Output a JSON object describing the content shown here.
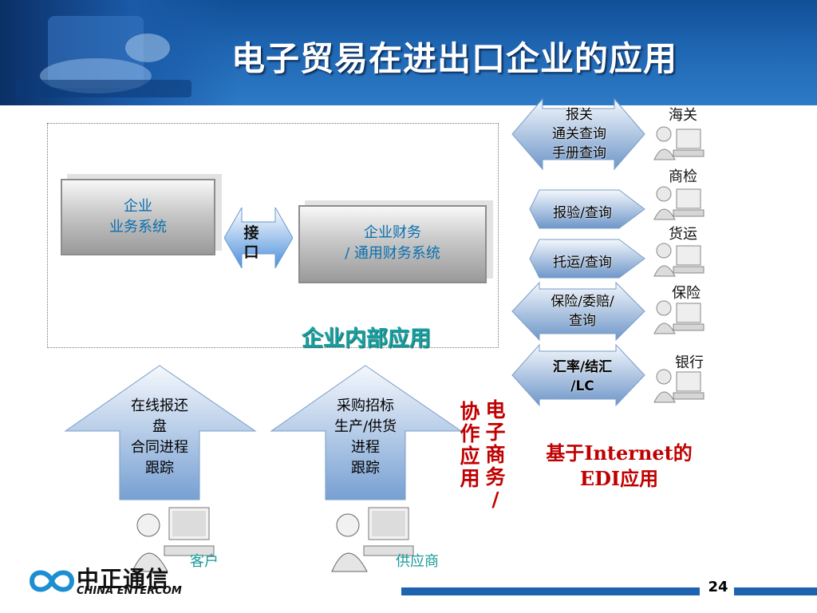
{
  "header": {
    "title": "电子贸易在进出口企业的应用"
  },
  "internal": {
    "enterprise_line1": "企业",
    "enterprise_line2": "业务系统",
    "interface_line1": "接",
    "interface_line2": "口",
    "finance_line1": "企业财务",
    "finance_line2": "/ 通用财务系统",
    "label": "企业内部应用"
  },
  "edi": {
    "arrows": [
      {
        "lines": [
          "报关",
          "通关查询",
          "手册查询"
        ],
        "org": "海关"
      },
      {
        "lines": [
          "报验/查询"
        ],
        "org": "商检"
      },
      {
        "lines": [
          "托运/查询"
        ],
        "org": "货运"
      },
      {
        "lines": [
          "保险/委赔/",
          "查询"
        ],
        "org": "保险"
      },
      {
        "lines": [
          "汇率/结汇",
          "/LC"
        ],
        "org": "银行"
      }
    ],
    "internet_line1": "基于Internet的",
    "internet_line2": "EDI应用"
  },
  "collab": {
    "customer_lines": [
      "在线报还",
      "盘",
      "合同进程",
      "跟踪"
    ],
    "supplier_lines": [
      "采购招标",
      "生产/供货",
      "进程",
      "跟踪"
    ],
    "customer_label": "客户",
    "supplier_label": "供应商",
    "ec_col1": [
      "协",
      "作",
      "应",
      "用"
    ],
    "ec_col2": [
      "电",
      "子",
      "商",
      "务",
      "/"
    ]
  },
  "footer": {
    "page_number": "24",
    "logo_cn": "中正通信",
    "logo_en": "CHINA ENTERCOM"
  },
  "colors": {
    "header_blue": "#1f66b2",
    "teal_text": "#16a0a0",
    "red_text": "#c00000",
    "arrow_light": "#dbe8f6",
    "arrow_dark": "#4b78b8"
  }
}
